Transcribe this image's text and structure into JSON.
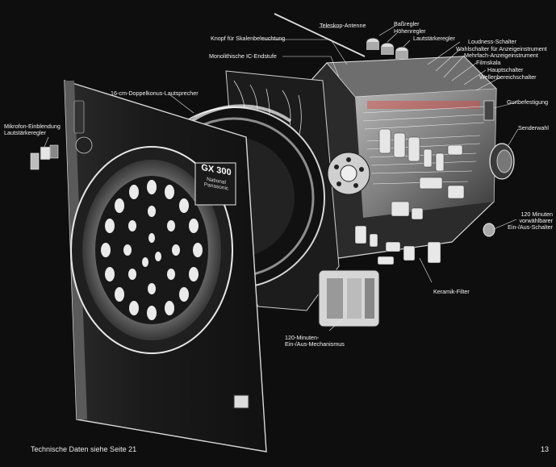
{
  "labels": {
    "teleskop": "Teleskop-Antenne",
    "bass": "Baßregler",
    "hoehen": "Höhenregler",
    "laut_top": "Lautstärkeregler",
    "knopf": "Knopf für Skalenbeleuchtung",
    "monolith": "Monolithische IC-Endstufe",
    "loudness": "Loudness-Schalter",
    "wahl": "Wahlschalter für Anzeigeinstrument",
    "mehrfach": "Mehrfach-Anzeigeinstrument",
    "film": "Filmskala",
    "haupt": "Hauptschalter",
    "wellen": "Wellenbereichschalter",
    "gurt": "Gurtbefestigung",
    "lautsprecher": "16-cm-Doppelkonus-Lautsprecher",
    "mikro1": "Mikrofon-Einblendung",
    "mikro2": "Lautstärkeregler",
    "sender": "Senderwahl",
    "min1": "120 Minuten",
    "min2": "vorwählbarer",
    "min3": "Ein-/Aus-Schalter",
    "keramik": "Keramik-Filter",
    "mech1": "120-Minuten-",
    "mech2": "Ein-/Aus-Mechanismus"
  },
  "badge": {
    "model": "GX 300",
    "brand1": "National",
    "brand2": "Panasonic"
  },
  "footer": {
    "note": "Technische Daten siehe Seite 21",
    "page_number": "13"
  }
}
